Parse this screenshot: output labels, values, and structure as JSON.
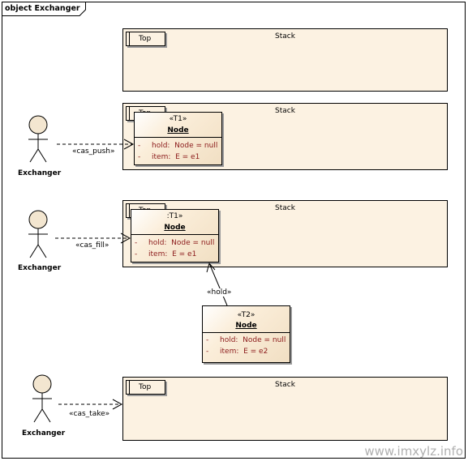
{
  "frame": {
    "title": "object Exchanger"
  },
  "stacks": [
    {
      "name": "Stack",
      "top_label": "Top"
    },
    {
      "name": "Stack",
      "top_label": "Top"
    },
    {
      "name": "Stack",
      "top_label": "Top"
    },
    {
      "name": "Stack",
      "top_label": "Top"
    }
  ],
  "nodes": [
    {
      "stereotype": "«T1»",
      "name": "Node",
      "attrs": [
        {
          "vis": "-",
          "text": "hold:  Node = null"
        },
        {
          "vis": "-",
          "text": "item:  E = e1"
        }
      ]
    },
    {
      "stereotype": ":T1»",
      "name": "Node",
      "attrs": [
        {
          "vis": "-",
          "text": "hold:  Node = null"
        },
        {
          "vis": "-",
          "text": "item:  E = e1"
        }
      ]
    },
    {
      "stereotype": "«T2»",
      "name": "Node",
      "attrs": [
        {
          "vis": "-",
          "text": "hold:  Node = null"
        },
        {
          "vis": "-",
          "text": "item:  E = e2"
        }
      ]
    }
  ],
  "actors": [
    {
      "label": "Exchanger"
    },
    {
      "label": "Exchanger"
    },
    {
      "label": "Exchanger"
    }
  ],
  "connectors": {
    "cas_push": "«cas_push»",
    "cas_fill": "«cas_fill»",
    "cas_take": "«cas_take»",
    "hold": "«hold»"
  },
  "watermark": "www.imxylz.info"
}
